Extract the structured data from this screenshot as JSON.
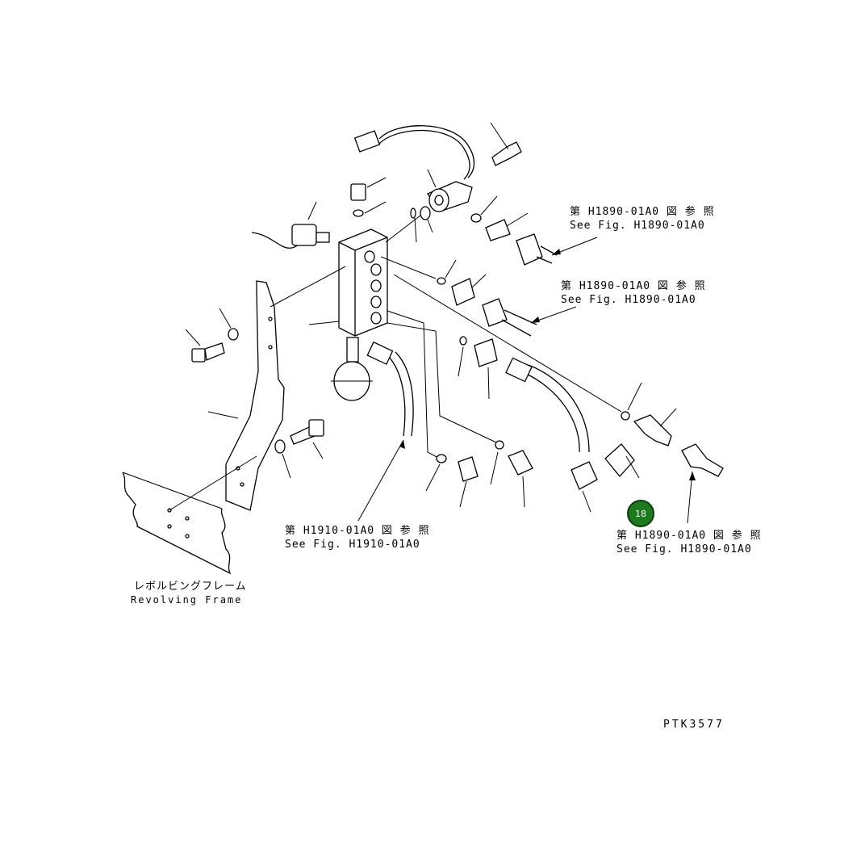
{
  "references": [
    {
      "jp": "第 H1890-01A0 図 参 照",
      "en": "See Fig. H1890-01A0"
    },
    {
      "jp": "第 H1890-01A0 図 参 照",
      "en": "See Fig. H1890-01A0"
    },
    {
      "jp": "第 H1910-01A0 図 参 照",
      "en": "See Fig. H1910-01A0"
    },
    {
      "jp": "第 H1890-01A0 図 参 照",
      "en": "See Fig. H1890-01A0"
    }
  ],
  "frame_label": {
    "jp": "レボルビングフレーム",
    "en": "Revolving Frame"
  },
  "drawing_code": "PTK3577",
  "callout": {
    "number": "18",
    "color": "#1e7a1e"
  }
}
